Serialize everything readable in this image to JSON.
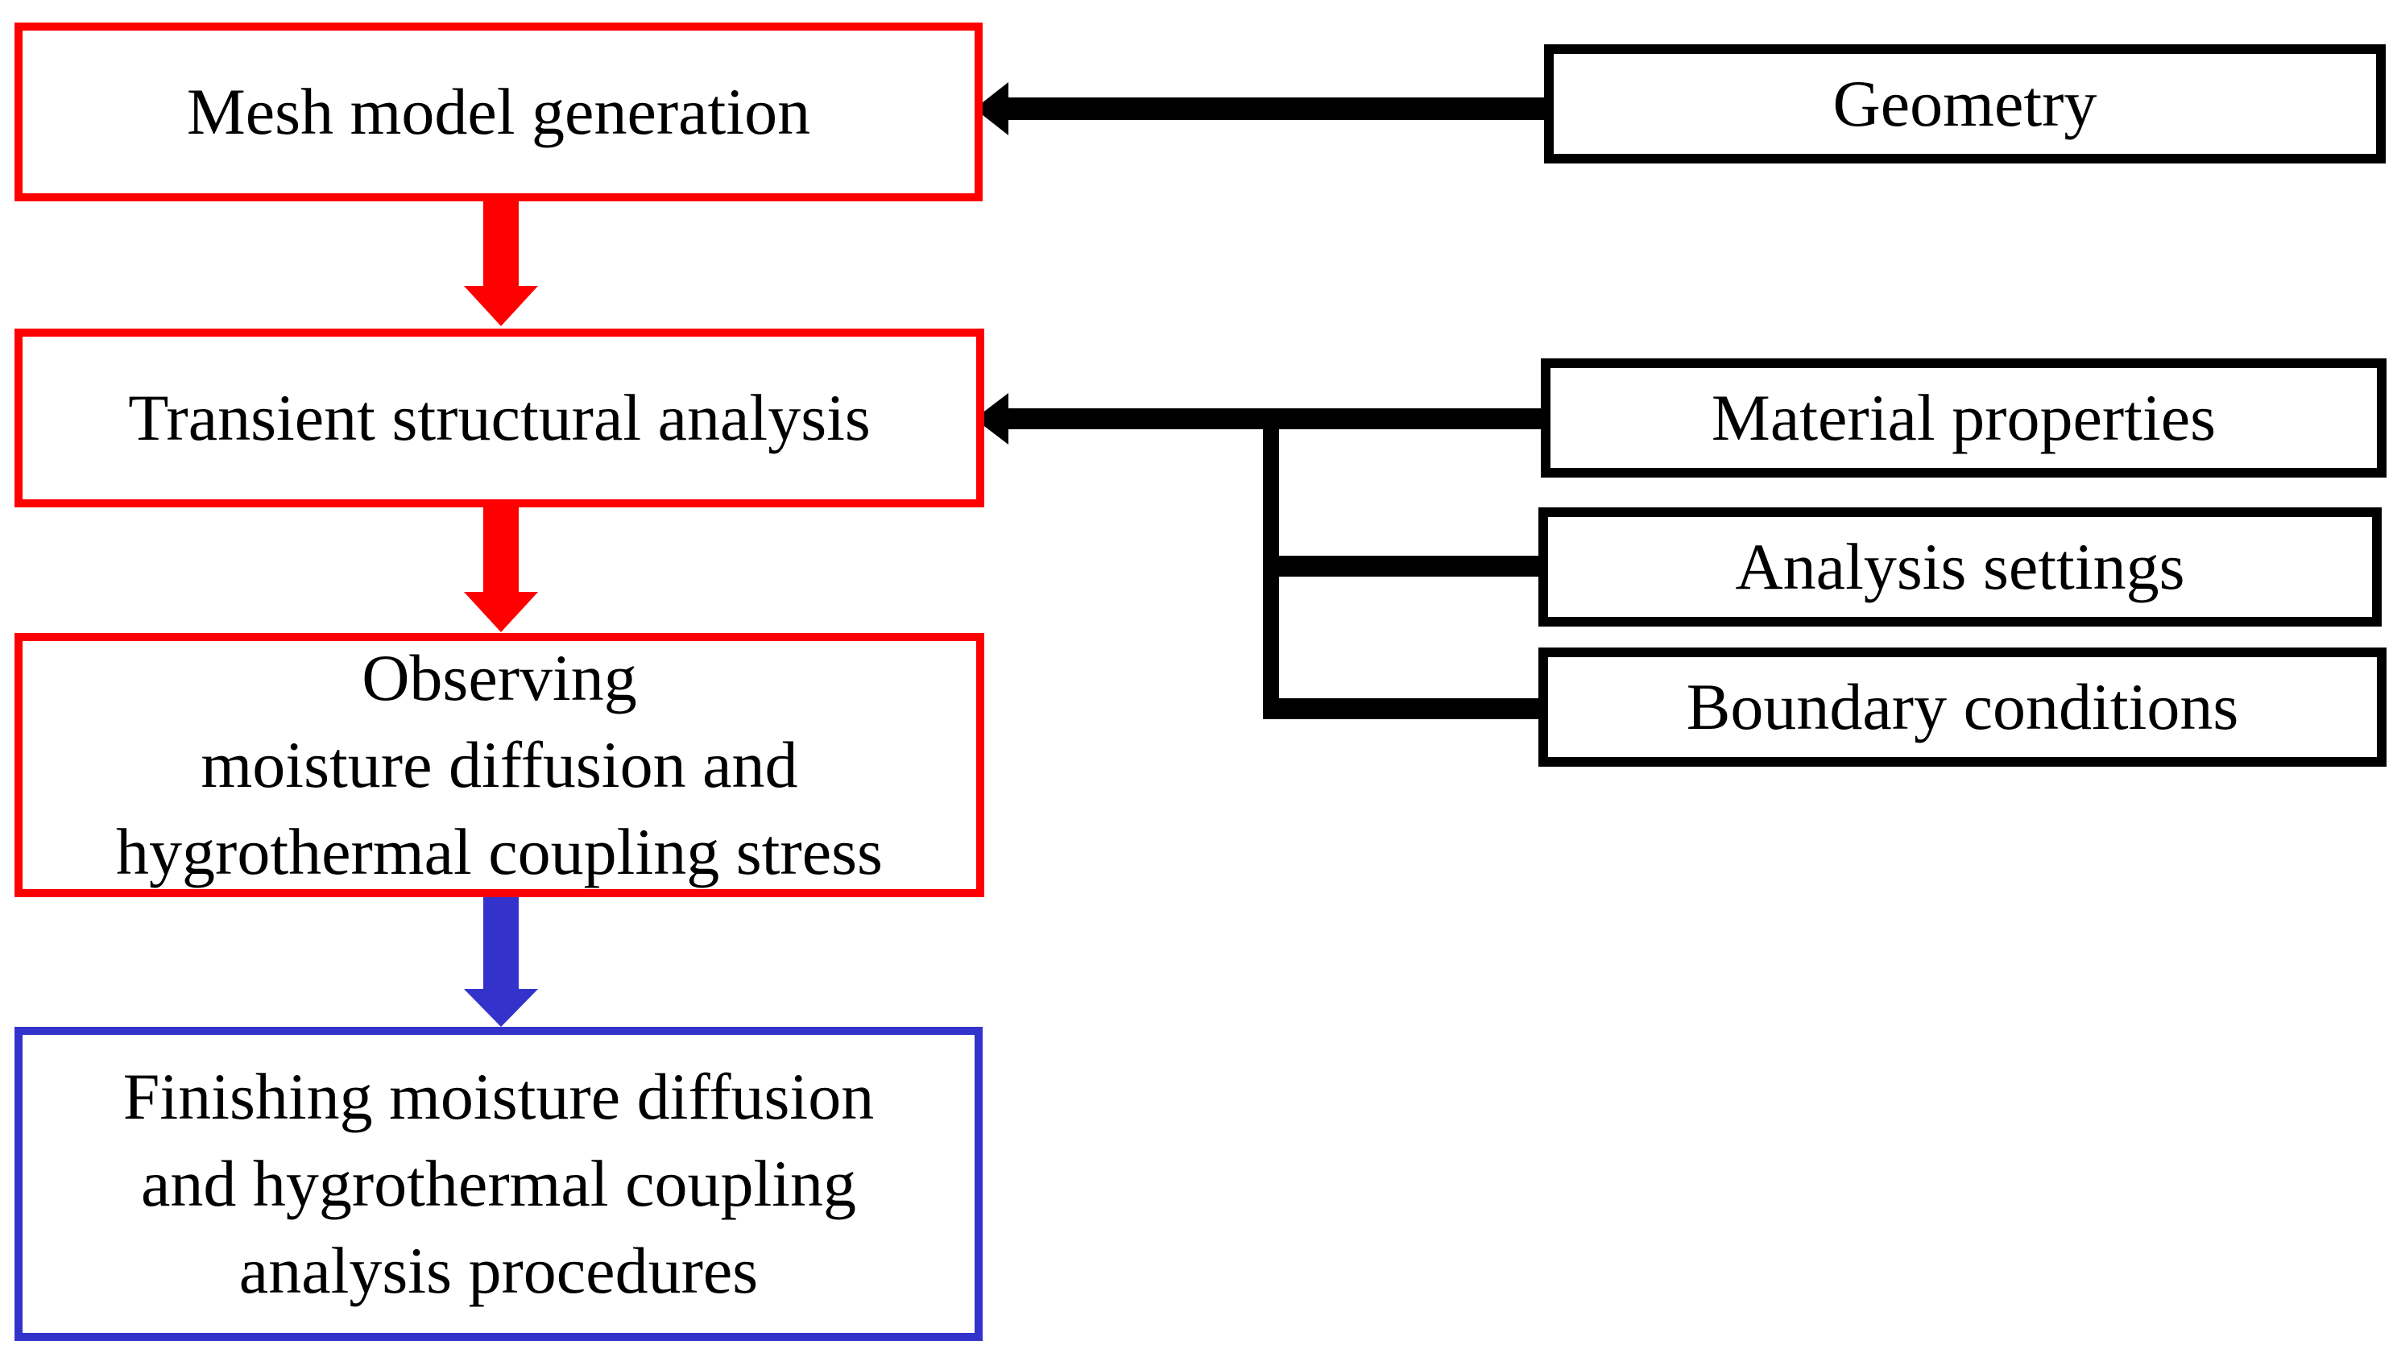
{
  "colors": {
    "process_border": "#ff0000",
    "final_border": "#3333cc",
    "input_border": "#000000",
    "process_arrow": "#ff0000",
    "final_arrow": "#3333cc",
    "input_connector": "#000000"
  },
  "process_steps": [
    {
      "id": "mesh",
      "label": "Mesh model generation"
    },
    {
      "id": "transient",
      "label": "Transient structural analysis"
    },
    {
      "id": "observe",
      "label": "Observing\nmoisture diffusion and\nhygrothermal coupling stress"
    },
    {
      "id": "finish",
      "label": "Finishing moisture diffusion\nand hygrothermal coupling\nanalysis procedures"
    }
  ],
  "inputs": [
    {
      "id": "geometry",
      "label": "Geometry",
      "feeds": "mesh"
    },
    {
      "id": "material",
      "label": "Material properties",
      "feeds": "transient"
    },
    {
      "id": "settings",
      "label": "Analysis settings",
      "feeds": "transient"
    },
    {
      "id": "boundary",
      "label": "Boundary conditions",
      "feeds": "transient"
    }
  ]
}
